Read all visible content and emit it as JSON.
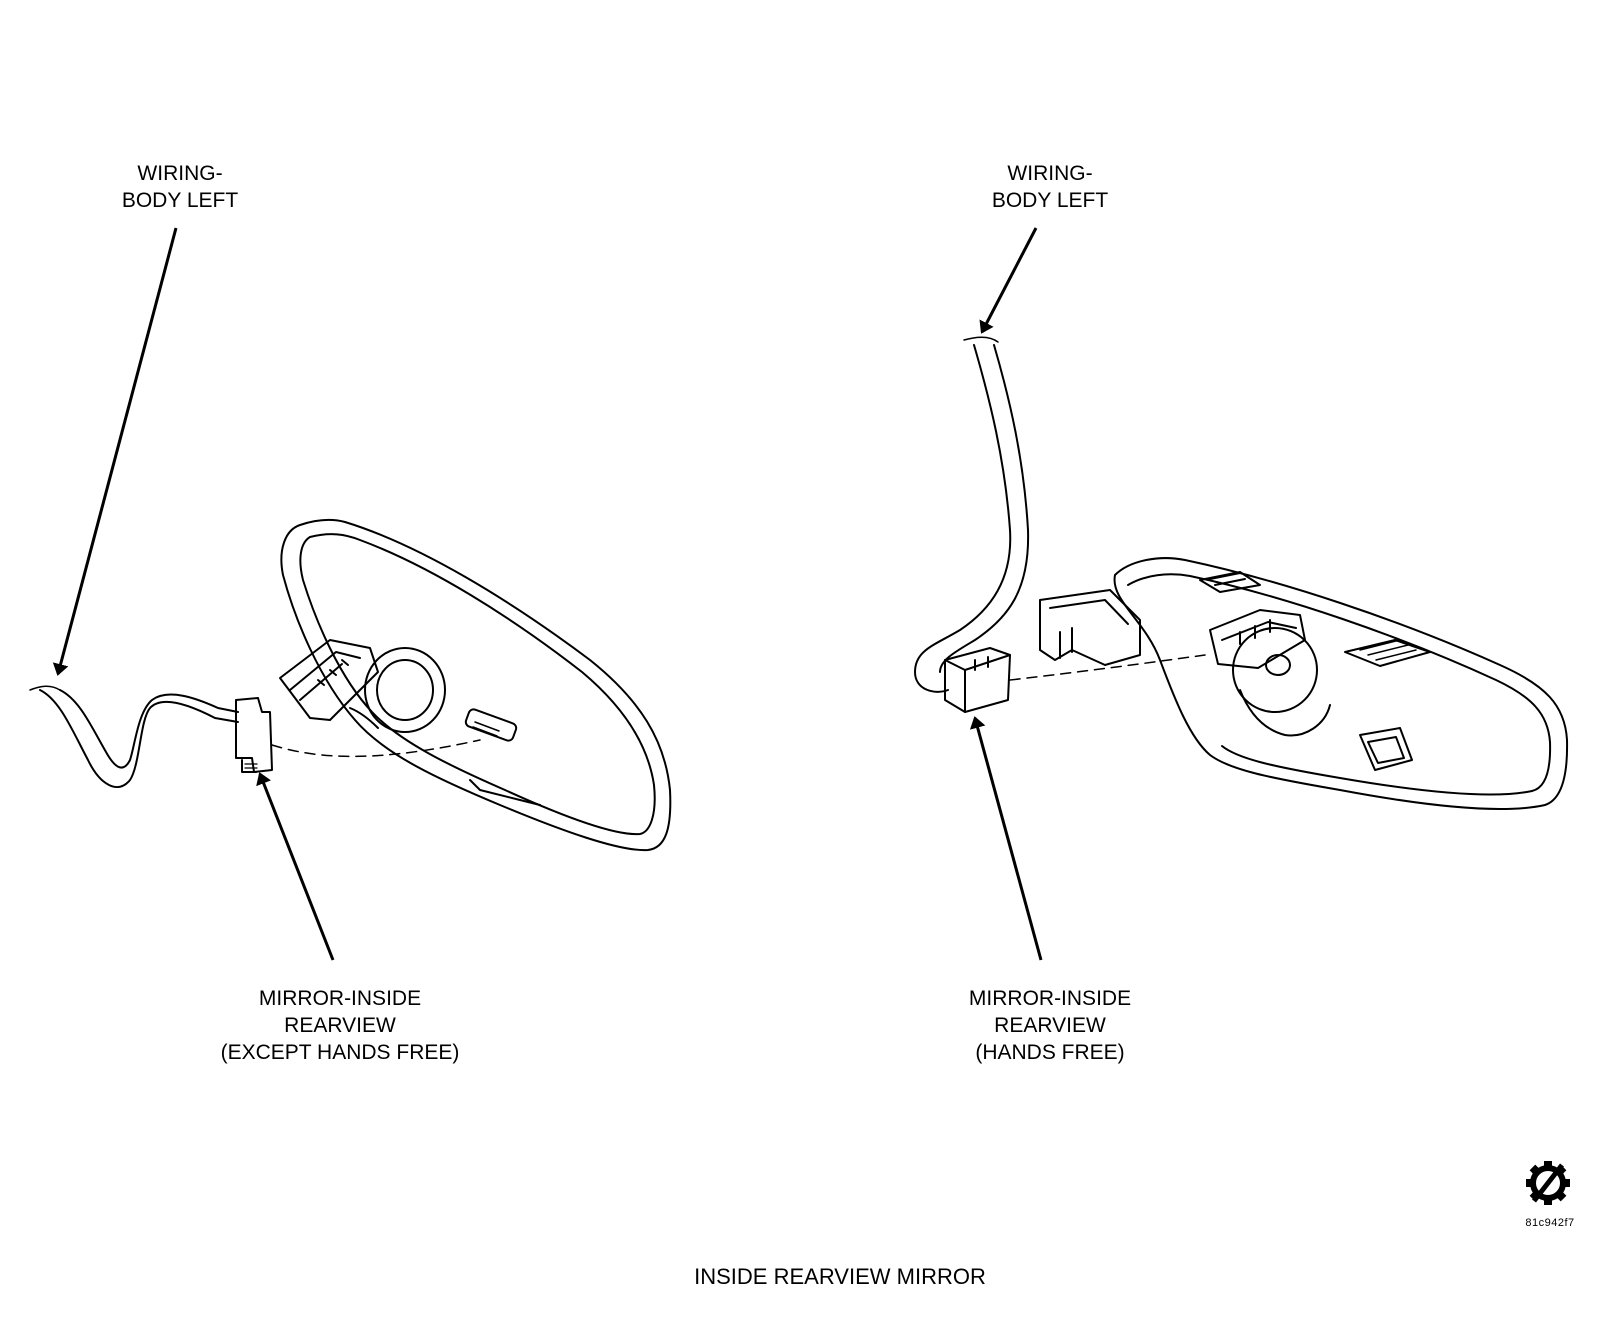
{
  "labels": {
    "wiring_left": [
      "WIRING-",
      "BODY LEFT"
    ],
    "wiring_right": [
      "WIRING-",
      "BODY LEFT"
    ],
    "mirror_left": [
      "MIRROR-INSIDE",
      "REARVIEW",
      "(EXCEPT HANDS FREE)"
    ],
    "mirror_right": [
      "MIRROR-INSIDE",
      "REARVIEW",
      "(HANDS FREE)"
    ]
  },
  "caption": "INSIDE REARVIEW MIRROR",
  "figure_id": "81c942f7",
  "icons": [
    "service-symbol-icon"
  ]
}
